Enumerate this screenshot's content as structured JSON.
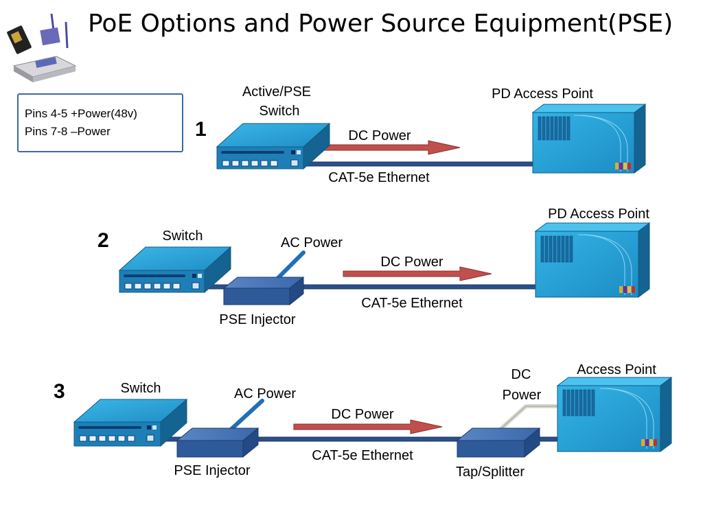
{
  "title": "PoE Options and Power Source Equipment(PSE)",
  "pins": {
    "line1": "Pins 4-5 +Power(48v)",
    "line2": "Pins 7-8 –Power"
  },
  "scenario1": {
    "number": "1",
    "switch_label_1": "Active/PSE",
    "switch_label_2": "Switch",
    "ap_label": "PD Access Point",
    "dc_power": "DC Power",
    "cable": "CAT-5e Ethernet"
  },
  "scenario2": {
    "number": "2",
    "switch_label": "Switch",
    "ac_power": "AC Power",
    "dc_power": "DC Power",
    "ap_label": "PD Access Point",
    "cable": "CAT-5e Ethernet",
    "injector_label": "PSE Injector"
  },
  "scenario3": {
    "number": "3",
    "switch_label": "Switch",
    "ac_power": "AC Power",
    "dc_power": "DC Power",
    "dc_power_tap_1": "DC",
    "dc_power_tap_2": "Power",
    "ap_label": "Access Point",
    "cable": "CAT-5e Ethernet",
    "injector_label": "PSE Injector",
    "splitter_label": "Tap/Splitter"
  },
  "colors": {
    "device_top": "#2a9fd6",
    "device_front": "#1d7fb5",
    "device_side": "#156390",
    "injector": "#2f5a9a",
    "cable": "#2b4f8c",
    "arrow": "#c0504d",
    "frame": "#3a6aa0"
  }
}
